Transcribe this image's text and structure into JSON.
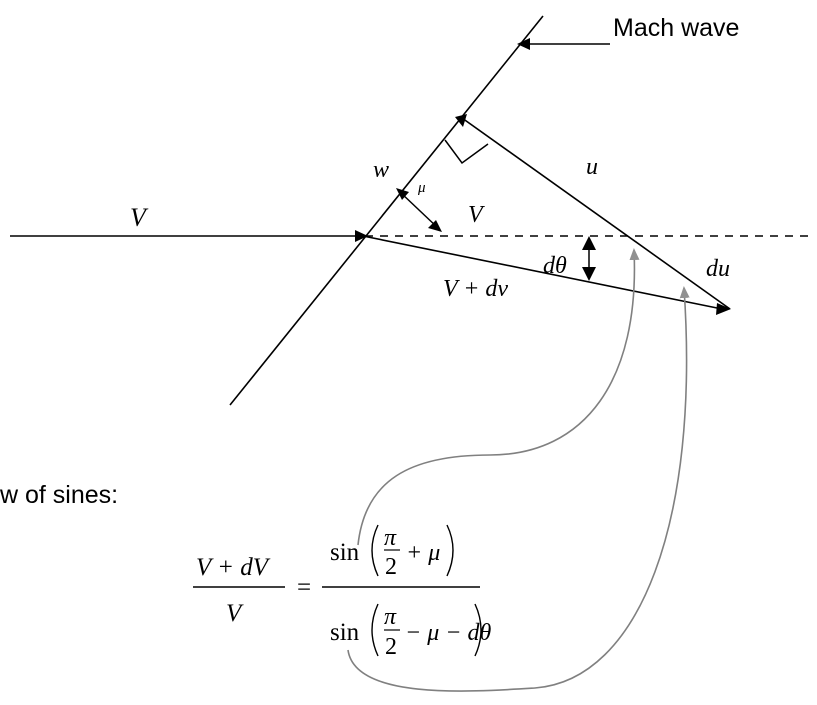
{
  "diagram": {
    "mach_wave_label": "Mach wave",
    "labels": {
      "V_upstream": "V",
      "w": "w",
      "mu": "μ",
      "V_component": "V",
      "u": "u",
      "dtheta": "dθ",
      "V_plus_dv": "V + dv",
      "du": "du"
    }
  },
  "law_of_sines": {
    "caption": "w of sines:",
    "numerator": {
      "V_plus_dV": "V + dV",
      "V": "V"
    },
    "equals": "=",
    "rhs": {
      "sin": "sin",
      "pi": "π",
      "two": "2",
      "plus_mu": "+ μ",
      "minus_mu_minus_dtheta": "− μ − dθ"
    }
  },
  "colors": {
    "line": "#000000",
    "arrow_curve": "#808080",
    "arrow_head_gray": "#909090"
  }
}
